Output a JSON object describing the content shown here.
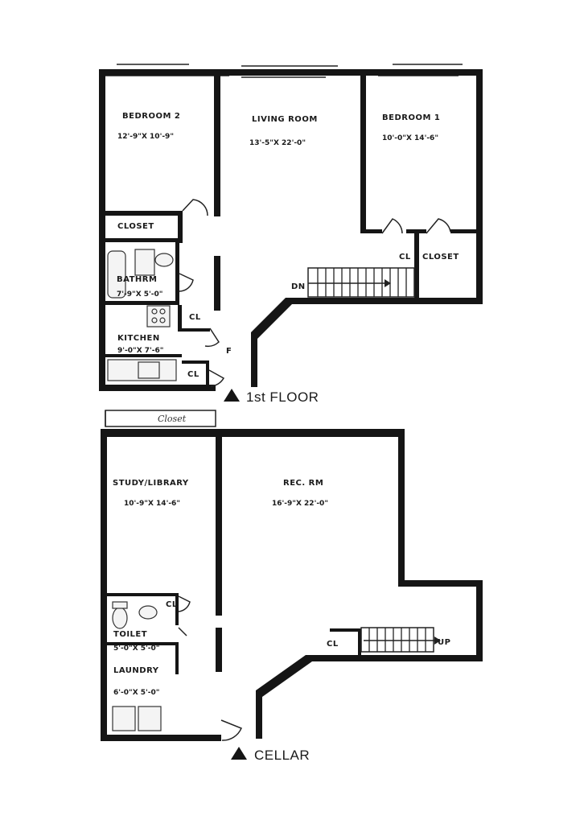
{
  "first_floor": {
    "caption": "1st FLOOR",
    "rooms": {
      "bedroom2": {
        "name": "BEDROOM 2",
        "dims": "12'-9\"X 10'-9\""
      },
      "living": {
        "name": "LIVING ROOM",
        "dims": "13'-5\"X 22'-0\""
      },
      "bedroom1": {
        "name": "BEDROOM 1",
        "dims": "10'-0\"X 14'-6\""
      },
      "closet_b2": {
        "name": "CLOSET"
      },
      "bath": {
        "name": "BATHRM",
        "dims": "7'-9\"X 5'-0\""
      },
      "kitchen": {
        "name": "KITCHEN",
        "dims": "9'-0\"X 7'-6\""
      },
      "cl_kitchen": {
        "name": "CL"
      },
      "cl_entry": {
        "name": "CL"
      },
      "cl_b1": {
        "name": "CL"
      },
      "closet_b1": {
        "name": "CLOSET"
      },
      "foyer": {
        "name": "F"
      },
      "stair": {
        "label": "DN"
      }
    }
  },
  "cellar": {
    "caption": "CELLAR",
    "closet_note": "Closet",
    "rooms": {
      "study": {
        "name": "STUDY/LIBRARY",
        "dims": "10'-9\"X 14'-6\""
      },
      "rec": {
        "name": "REC. RM",
        "dims": "16'-9\"X 22'-0\""
      },
      "toilet": {
        "name": "TOILET",
        "dims": "5'-0\"X 5'-0\""
      },
      "laundry": {
        "name": "LAUNDRY",
        "dims": "6'-0\"X 5'-0\""
      },
      "cl_toilet": {
        "name": "CL"
      },
      "cl_stair": {
        "name": "CL"
      },
      "stair": {
        "label": "UP"
      }
    }
  }
}
